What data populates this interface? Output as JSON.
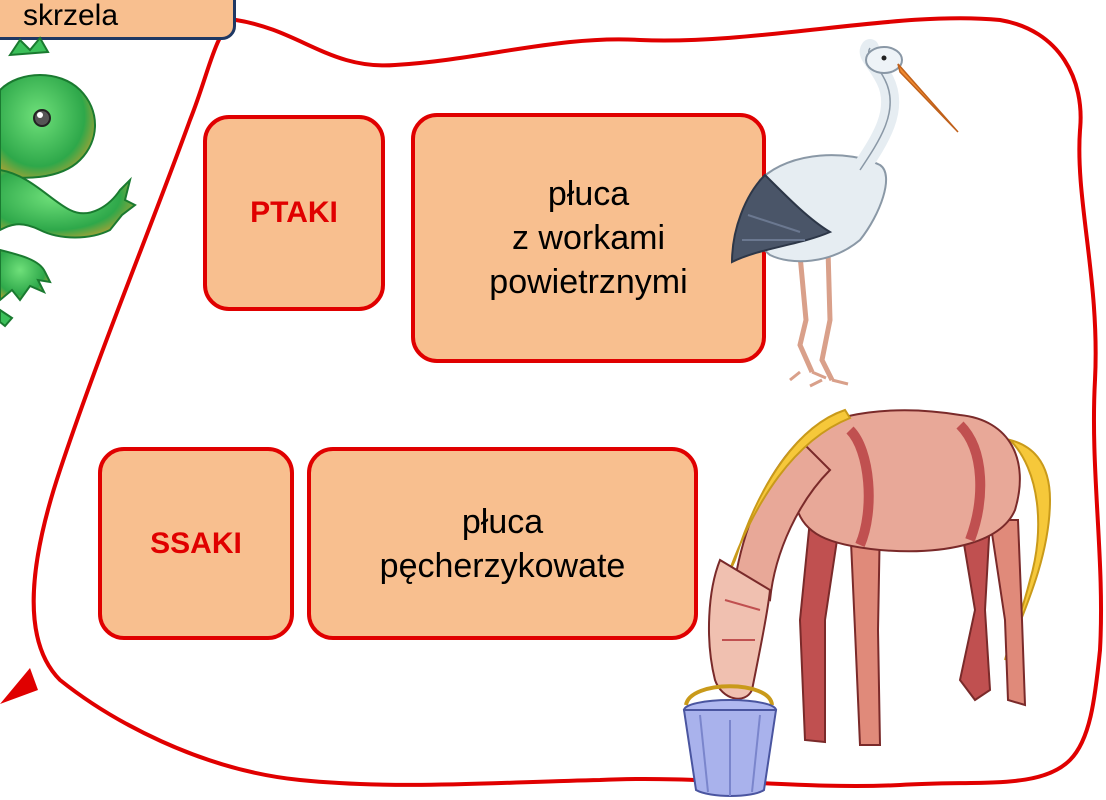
{
  "top_tab": {
    "text": "skrzela"
  },
  "groups": [
    {
      "label": "PTAKI",
      "description_lines": [
        "płuca",
        "z workami",
        "powietrznymi"
      ]
    },
    {
      "label": "SSAKI",
      "description_lines": [
        "płuca",
        "pęcherzykowate"
      ]
    }
  ],
  "colors": {
    "box_fill": "#f8bf8f",
    "border_red": "#e00000",
    "label_red": "#e00000",
    "tab_border": "#1f3864"
  },
  "icons": [
    "frog-illustration",
    "stork-illustration",
    "horse-illustration",
    "bucket-illustration",
    "arrow-icon"
  ]
}
